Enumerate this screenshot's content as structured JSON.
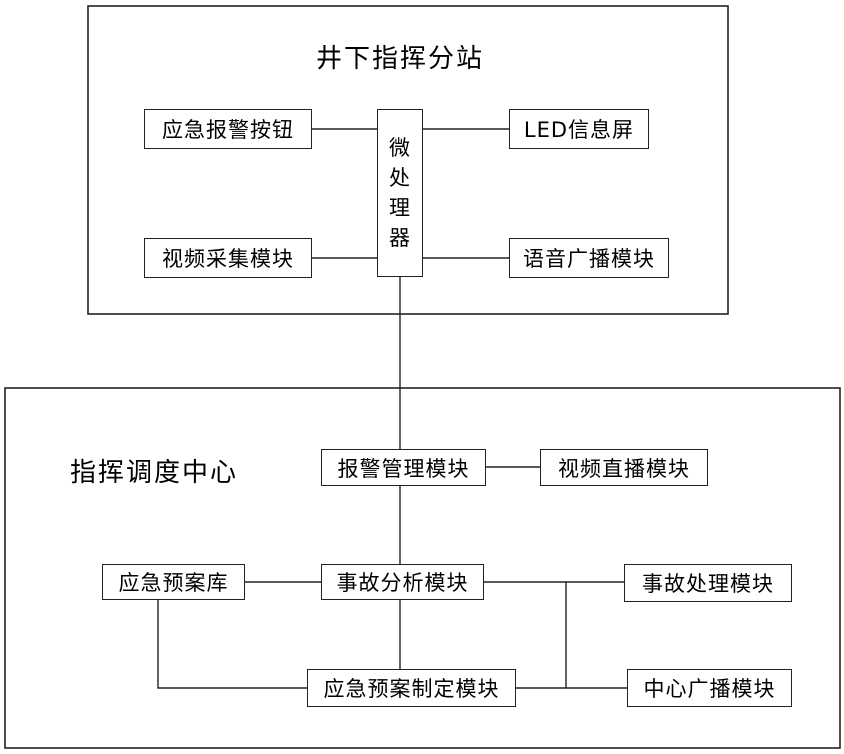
{
  "underground": {
    "title": "井下指挥分站",
    "processor": "微处理器",
    "nodes": {
      "emergency_alarm_button": "应急报警按钮",
      "led_screen": "LED信息屏",
      "video_capture": "视频采集模块",
      "voice_broadcast": "语音广播模块"
    }
  },
  "center": {
    "title": "指挥调度中心",
    "nodes": {
      "alarm_management": "报警管理模块",
      "video_live": "视频直播模块",
      "emergency_plan_library": "应急预案库",
      "accident_analysis": "事故分析模块",
      "accident_handling": "事故处理模块",
      "plan_making": "应急预案制定模块",
      "center_broadcast": "中心广播模块"
    }
  }
}
